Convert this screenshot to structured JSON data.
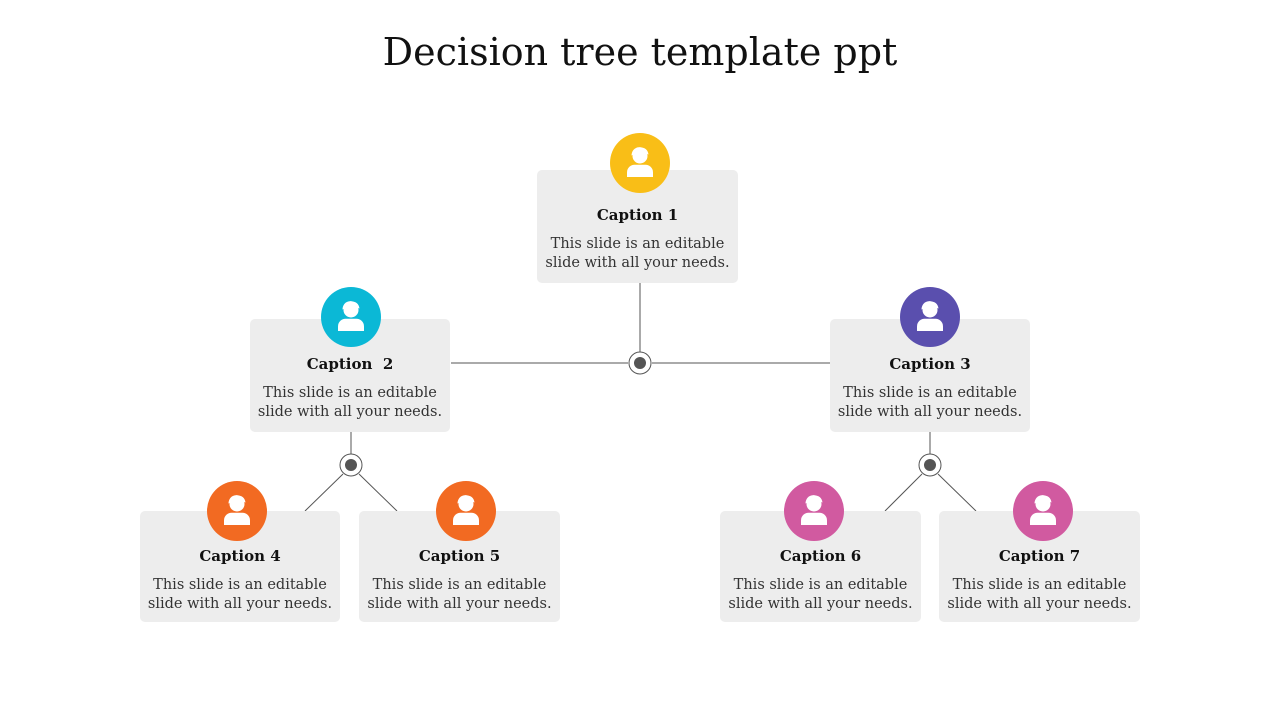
{
  "slide": {
    "title": "Decision tree template ppt"
  },
  "nodes": [
    {
      "caption": "Caption 1",
      "line1": "This slide is an editable",
      "line2": "slide with all your needs.",
      "color": "#f9be17"
    },
    {
      "caption": "Caption  2",
      "line1": "This slide is an editable",
      "line2": "slide with all your needs.",
      "color": "#0bb8d6"
    },
    {
      "caption": "Caption 3",
      "line1": "This slide is an editable",
      "line2": "slide with all your needs.",
      "color": "#5a4fae"
    },
    {
      "caption": "Caption 4",
      "line1": "This slide is an editable",
      "line2": "slide with all your needs.",
      "color": "#f26a22"
    },
    {
      "caption": "Caption 5",
      "line1": "This slide is an editable",
      "line2": "slide with all your needs.",
      "color": "#f26a22"
    },
    {
      "caption": "Caption 6",
      "line1": "This slide is an editable",
      "line2": "slide with all your needs.",
      "color": "#d15aa0"
    },
    {
      "caption": "Caption 7",
      "line1": "This slide is an editable",
      "line2": "slide with all your needs.",
      "color": "#d15aa0"
    }
  ],
  "icons": {
    "avatar": "user-avatar-icon",
    "junction": "junction-dot-icon"
  },
  "colors": {
    "box": "#ededed",
    "connector": "#555555",
    "junction": "#555555"
  }
}
